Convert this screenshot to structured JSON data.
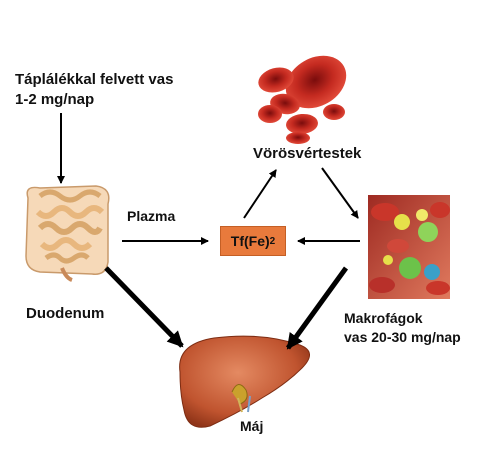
{
  "intake": {
    "line1": "Táplálékkal felvett vas",
    "line2": "1-2 mg/nap"
  },
  "red_blood_cells": {
    "label": "Vörösvértestek"
  },
  "plasma": {
    "label": "Plazma"
  },
  "transferrin": {
    "main": "Tf(Fe)",
    "subscript": "2"
  },
  "duodenum": {
    "label": "Duodenum"
  },
  "macrophages": {
    "line1": "Makrofágok",
    "line2": "vas 20-30 mg/nap"
  },
  "liver": {
    "label": "Máj"
  },
  "colors": {
    "transferrin_box": "#e87a3c",
    "arrow": "#000000",
    "blood": "#b3201c",
    "liver": "#c0542f"
  },
  "icons": [
    "intestine-illustration",
    "red-blood-cells-illustration",
    "macrophages-illustration",
    "liver-illustration"
  ]
}
